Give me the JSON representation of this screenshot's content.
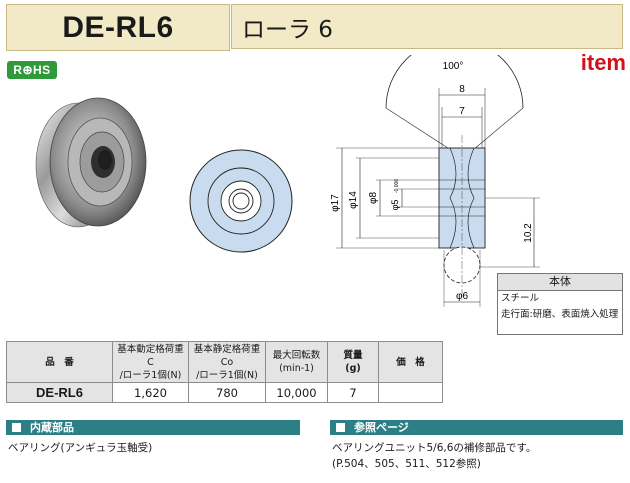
{
  "header": {
    "model": "DE-RL6",
    "product": "ローラ 6"
  },
  "badge": {
    "rohs": "R⊕HS"
  },
  "brand": {
    "name": "item",
    "color": "#d0121b"
  },
  "drawing": {
    "dims": {
      "angle": "100°",
      "w_outer": "8",
      "w_inner": "7",
      "d_outer": "φ17",
      "d_mid": "φ14",
      "d_bore": "φ8",
      "d_shaft": "φ5",
      "d_shaft_tol": "-0.006",
      "height": "10.2",
      "d_ball": "φ6"
    }
  },
  "body_box": {
    "title": "本体",
    "lines": [
      "スチール",
      "走行面:研磨、表面焼入処理"
    ]
  },
  "table": {
    "headers": {
      "col1": "品　番",
      "col2_a": "基本動定格荷重 C",
      "col2_b": "/ローラ1個(N)",
      "col3_a": "基本静定格荷重 Co",
      "col3_b": "/ローラ1個(N)",
      "col4_a": "最大回転数",
      "col4_b": "(min-1)",
      "col5_a": "質量",
      "col5_b": "(g)",
      "col6": "価　格"
    },
    "row": {
      "model": "DE-RL6",
      "dynamic": "1,620",
      "static": "780",
      "speed": "10,000",
      "mass": "7",
      "price": ""
    }
  },
  "sections": {
    "internal": {
      "title": "内蔵部品",
      "text": "ベアリング(アンギュラ玉軸受)"
    },
    "reference": {
      "title": "参照ページ",
      "lines": [
        "ベアリングユニット5/6,6の補修部品です。",
        "(P.504、505、511、512参照)"
      ]
    }
  },
  "colors": {
    "header_bg": "#f2e9c6",
    "section_bar": "#2b7f85",
    "rohs": "#2f9a3a",
    "drawing_fill": "#c9dcef"
  }
}
